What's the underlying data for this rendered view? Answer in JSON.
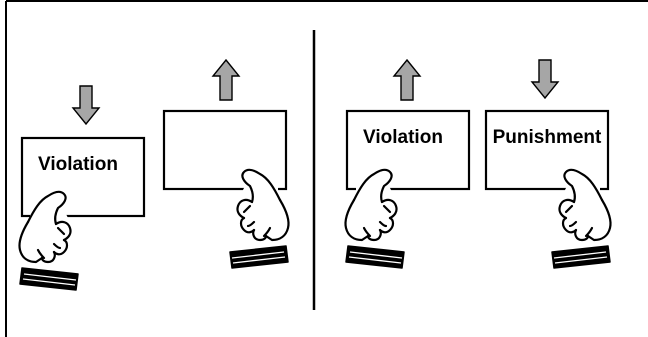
{
  "panels": [
    {
      "cards": [
        {
          "label": "Violation",
          "arrow": "down"
        },
        {
          "label": "",
          "arrow": "up"
        }
      ]
    },
    {
      "cards": [
        {
          "label": "Violation",
          "arrow": "up"
        },
        {
          "label": "Punishment",
          "arrow": "down"
        }
      ]
    }
  ],
  "icons": {
    "down_arrow": "down-arrow-icon",
    "up_arrow": "up-arrow-icon",
    "hand": "hand-holding-card-icon"
  },
  "colors": {
    "arrow_fill": "#a6a6a6",
    "ink": "#000000",
    "background": "#ffffff"
  }
}
